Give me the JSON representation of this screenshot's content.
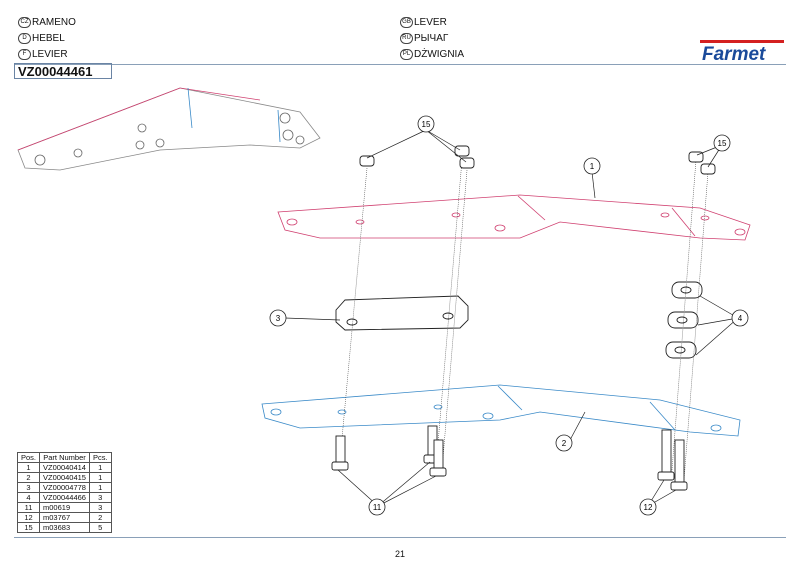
{
  "header": {
    "languages": [
      {
        "code": "CZ",
        "text": "RAMENO"
      },
      {
        "code": "D",
        "text": "HEBEL"
      },
      {
        "code": "F",
        "text": "LEVIER"
      },
      {
        "code": "GB",
        "text": "LEVER"
      },
      {
        "code": "RU",
        "text": "РЫЧАГ"
      },
      {
        "code": "PL",
        "text": "DŻWIGNIA"
      }
    ],
    "part_number": "VZ00044461",
    "logo": "Farmet"
  },
  "callouts": [
    "15",
    "15",
    "1",
    "3",
    "4",
    "2",
    "11",
    "12"
  ],
  "parts_table": {
    "headers": [
      "Pos.",
      "Part Number",
      "Pcs."
    ],
    "rows": [
      [
        "1",
        "VZ00040414",
        "1"
      ],
      [
        "2",
        "VZ00040415",
        "1"
      ],
      [
        "3",
        "VZ00004778",
        "1"
      ],
      [
        "4",
        "VZ00044466",
        "3"
      ],
      [
        "11",
        "m00619",
        "3"
      ],
      [
        "12",
        "m03767",
        "2"
      ],
      [
        "15",
        "m03683",
        "5"
      ]
    ]
  },
  "footer": {
    "page": "21"
  },
  "colors": {
    "upper_lever": "#d04070",
    "lower_lever": "#3a8ac8",
    "logo_red": "#d42020",
    "logo_blue": "#1a4a9a"
  }
}
